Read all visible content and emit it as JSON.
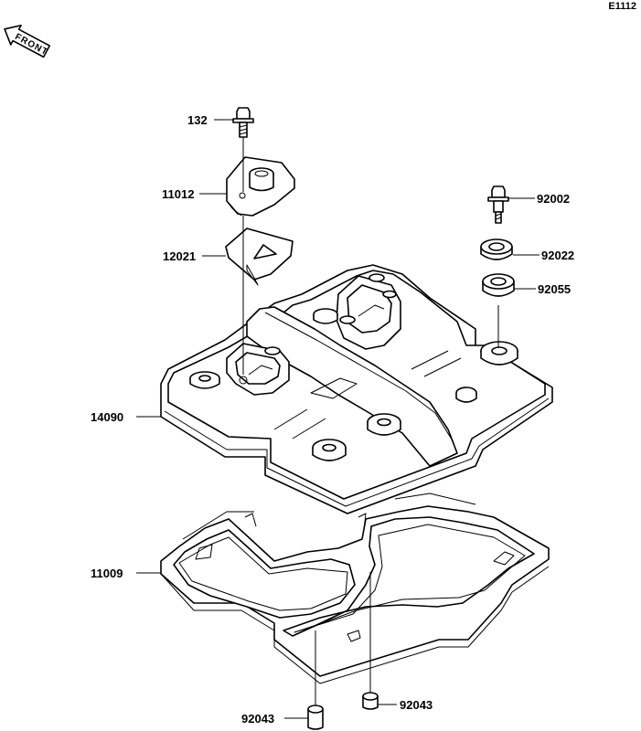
{
  "diagram": {
    "ref_code": "E1112",
    "front_label": "FRONT",
    "parts": [
      {
        "id": "132"
      },
      {
        "id": "11012"
      },
      {
        "id": "12021"
      },
      {
        "id": "14090"
      },
      {
        "id": "11009"
      },
      {
        "id": "92043"
      },
      {
        "id": "92043"
      },
      {
        "id": "92002"
      },
      {
        "id": "92022"
      },
      {
        "id": "92055"
      }
    ]
  }
}
